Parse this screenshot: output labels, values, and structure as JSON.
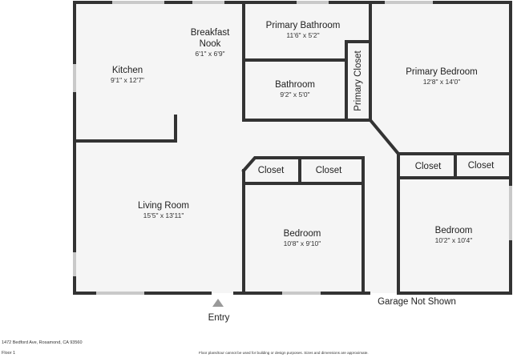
{
  "rooms": {
    "breakfast_nook": {
      "name_line1": "Breakfast",
      "name_line2": "Nook",
      "dim": "6'1\" x 6'9\""
    },
    "kitchen": {
      "name": "Kitchen",
      "dim": "9'1\" x 12'7\""
    },
    "primary_bathroom": {
      "name": "Primary Bathroom",
      "dim": "11'6\" x 5'2\""
    },
    "primary_closet": {
      "name": "Primary Closet"
    },
    "bathroom": {
      "name": "Bathroom",
      "dim": "9'2\" x 5'0\""
    },
    "primary_bedroom": {
      "name": "Primary Bedroom",
      "dim": "12'8\" x 14'0\""
    },
    "closet_a": {
      "name": "Closet"
    },
    "closet_b": {
      "name": "Closet"
    },
    "closet_c": {
      "name": "Closet"
    },
    "closet_d": {
      "name": "Closet"
    },
    "living_room": {
      "name": "Living Room",
      "dim": "15'5\" x 13'11\""
    },
    "bedroom_center": {
      "name": "Bedroom",
      "dim": "10'8\" x 9'10\""
    },
    "bedroom_right": {
      "name": "Bedroom",
      "dim": "10'2\" x 10'4\""
    }
  },
  "labels": {
    "garage": "Garage Not Shown",
    "entry": "Entry"
  },
  "footer": {
    "address": "1472 Bedford Ave, Rosamond, CA 93560",
    "floor": "Floor 1",
    "disclaimer": "Floor plans/tour cannot be used for building or design purposes. Sizes and dimensions are approximate."
  },
  "colors": {
    "wall": "#333333",
    "floor": "#f5f5f5",
    "window": "#c9c9c9"
  }
}
